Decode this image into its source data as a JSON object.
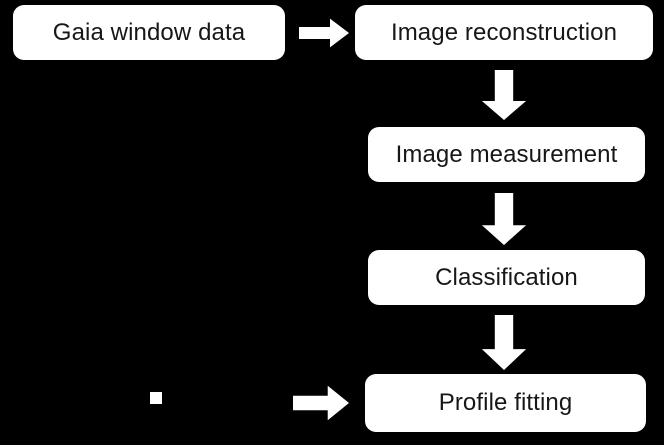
{
  "diagram": {
    "title": "Gaia image processing pipeline flowchart",
    "background_color": "#000000",
    "node_fill_color": "#ffffff",
    "node_text_color": "#17171a",
    "arrow_color": "#ffffff",
    "nodes": [
      {
        "id": "source",
        "label": "Gaia window data"
      },
      {
        "id": "reconstruction",
        "label": "Image reconstruction"
      },
      {
        "id": "measurement",
        "label": "Image measurement"
      },
      {
        "id": "classification",
        "label": "Classification"
      },
      {
        "id": "profilefitting",
        "label": "Profile fitting"
      }
    ],
    "arrows": [
      {
        "id": "source-to-reconstruction",
        "direction": "right",
        "icon": "arrow-right-icon"
      },
      {
        "id": "reconstruction-to-measurement",
        "direction": "down",
        "icon": "arrow-down-icon"
      },
      {
        "id": "measurement-to-classification",
        "direction": "down",
        "icon": "arrow-down-icon"
      },
      {
        "id": "classification-to-profilefitting",
        "direction": "down",
        "icon": "arrow-down-icon"
      },
      {
        "id": "bottom-to-profilefitting",
        "direction": "right",
        "icon": "arrow-right-icon"
      }
    ],
    "fragment_marker": {
      "id": "fragment-marker",
      "label": ""
    }
  }
}
